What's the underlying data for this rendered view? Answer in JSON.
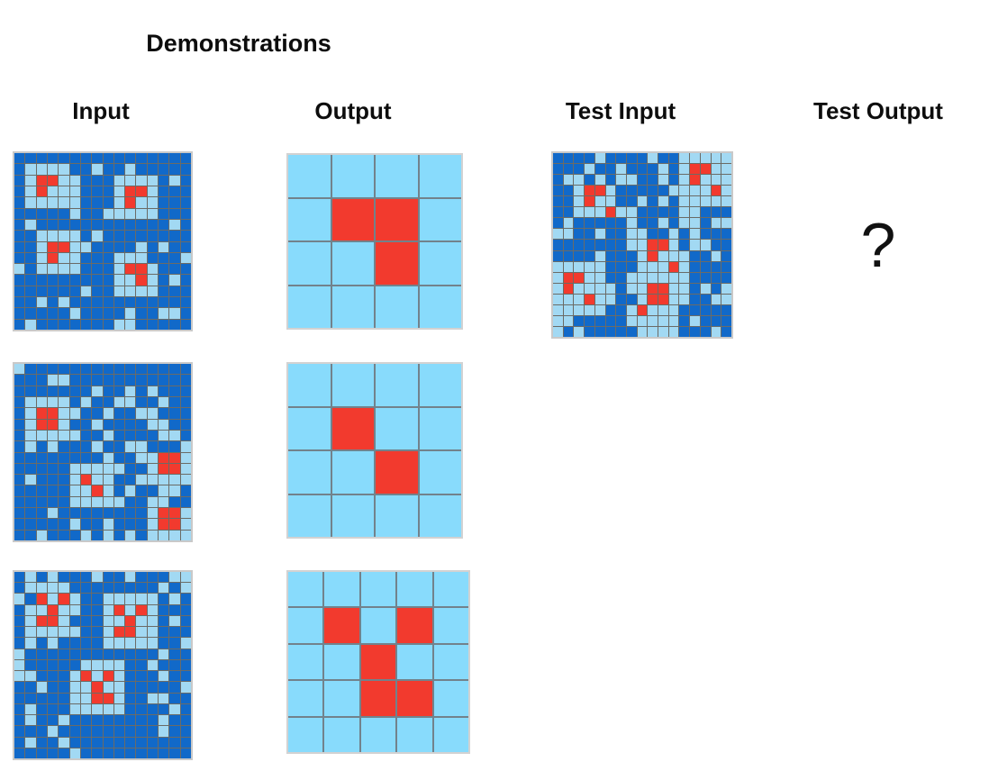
{
  "title": "Demonstrations",
  "columns": {
    "input_label": "Input",
    "output_label": "Output",
    "test_input_label": "Test Input",
    "test_output_label": "Test Output"
  },
  "placeholder_mark": "?",
  "colors": {
    "background": "#ffffff",
    "dark_blue": "#1169c9",
    "light_blue_input": "#a2d9f3",
    "light_blue_output": "#88dbfc",
    "red": "#f23a2e",
    "gridline_input": "#6b6b66",
    "gridline_output": "#72828c",
    "outer_border": "#c9c9c9",
    "text": "#0d0d0d"
  },
  "cell_legend": {
    "B": "dark-blue",
    "L": "light-blue",
    "R": "red"
  },
  "demos": [
    {
      "input": [
        "BBBBBBBBBBBBBBBB",
        "BLLLLBBLBBLBBBBB",
        "BLRRLLBBBLLLLBLB",
        "BLRLLLBBBLRRLBBB",
        "BLLLLLBBBLRLLBBB",
        "BBBBBLBBLLLLLBBB",
        "BLBBBBBBBBBBBBLB",
        "BBLLLLBLBBBBBBBB",
        "BBLRRLLBBBBLBLBB",
        "BBLRLLBBBLLLBBBL",
        "LBLLLLBBBLRRLBBB",
        "BBBBBBBBBLLRLBLB",
        "BBBBBBLBBLLLLBBB",
        "BBLBLBBBBBBBBBBB",
        "BBBBBLBBBBLBBLLB",
        "BLBBBBBBBLLBBBBB"
      ],
      "output": [
        "LLLL",
        "LRRL",
        "LLRL",
        "LLLL"
      ]
    },
    {
      "input": [
        "LBBBBBBBBBBBBBBB",
        "BBBLLBBBBBBBBBBB",
        "BBBBBBBLBBLBLBBB",
        "BLLLLBLBBLLBBLBB",
        "BLRRLLBBLBBLLBBB",
        "BLRRLBBLBBBBLLBB",
        "BLLLLLBBLBBBBLLB",
        "BLBLBBBLBBLLBBBL",
        "BBBBBBBBLBBLLRRL",
        "BBBBBLLLLLBBLRRL",
        "BLBBBLRLLBBLLLLL",
        "BBBBBLLRLBLBBLLB",
        "BBBBBLLLLLBBLLBB",
        "BBBLBBBBBBBBLRRL",
        "BBBBBLBBLBBBLRRL",
        "BBLBBBLBLBLBLLLL"
      ],
      "output": [
        "LLLL",
        "LRLL",
        "LLRL",
        "LLLL"
      ]
    },
    {
      "input": [
        "BLBLBBBLBBLBBBLL",
        "BLLLLBBBBBBBBLBL",
        "LBRLRLBBLLLLLBLB",
        "BLLRLLBBLRLRLBBB",
        "BLRRLBBBLLRLLBLB",
        "BLLLLLBBLRRLLBBB",
        "BLBLBBBBLLLLLBBL",
        "LBBBBBBBBBBBBLBB",
        "LBBBBBLLLLBBLBBB",
        "LLBBBLRLRLBBBLBB",
        "BBLBBLLRLLBBBBBL",
        "BBBBBLLRRLBBLLBB",
        "BLBBBLLLLLBBBBLB",
        "BLBBLBBBBBBBBLBB",
        "BBBLBBBBBBBBBLBB",
        "BLBBLBBBBBBBBBBB",
        "BBBBBLBBBBBBBBBB"
      ],
      "output": [
        "LLLLL",
        "LRLRL",
        "LLRLL",
        "LLRRL",
        "LLLLL"
      ]
    }
  ],
  "test": {
    "input": [
      "BBBBLBBBBLBBLLLLL",
      "BBBLBBLBBBLBLRRLL",
      "BLLBLBLLBBLBLRLLL",
      "BBLRRLBBBBBLLLLRL",
      "BBLRLLBBLBLBLLLLL",
      "BBLLLRLLBBBBLLBBB",
      "BLBBBBBLBBLBLLBLL",
      "LLBBLBBLLBBLBLBBB",
      "BBBBBBBLLRRLBLLBB",
      "BBBBLBBBLRLLLBBLB",
      "LLLLLBBBLLLRLBBBB",
      "LRRLLBBLLLLLLBBBB",
      "LRLLLLBLLRRLLBLBL",
      "LLLRLLBBLRRLLBBLL",
      "LLLLLBBLRLLLBBBBB",
      "LLBBBBBLLLLLBLBBB",
      "LBLBBBBBLLLLBBBLB"
    ]
  }
}
